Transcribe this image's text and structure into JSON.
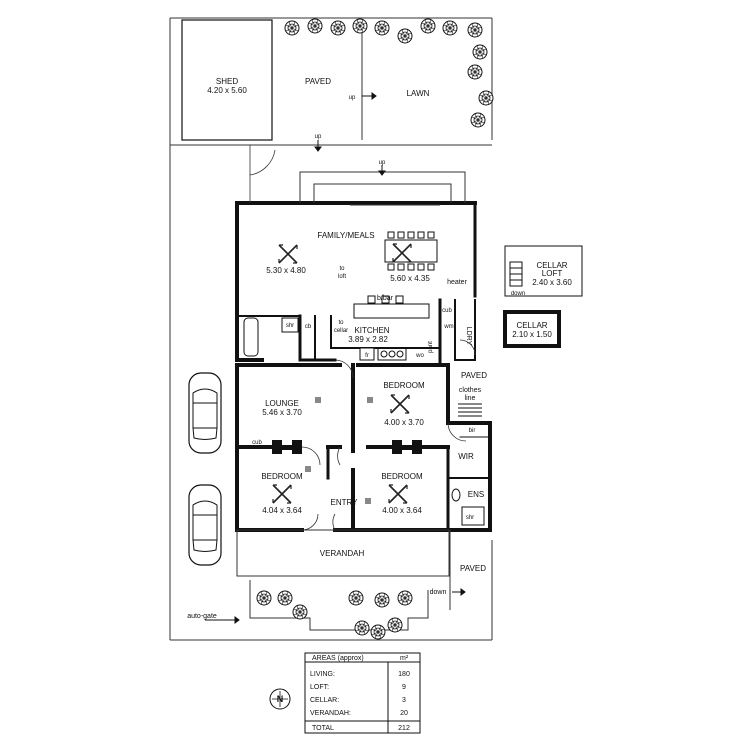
{
  "rooms": {
    "shed": {
      "name": "SHED",
      "dim": "4.20 x 5.60"
    },
    "paved_top": "PAVED",
    "lawn": "LAWN",
    "family": {
      "name": "FAMILY/MEALS",
      "dim1": "5.30 x 4.80",
      "dim2": "5.60 x 4.35"
    },
    "to_loft": [
      "to",
      "loft"
    ],
    "bbar": "b/bar",
    "kitchen": {
      "name": "KITCHEN",
      "dim": "3.89 x 2.82"
    },
    "heater": "heater",
    "bath": "BATH",
    "shr": "shr",
    "cb": "cb",
    "to_cellar": [
      "to",
      "cellar"
    ],
    "cub": "cub",
    "wm": "wm",
    "ldry": "LDRY",
    "fr": "fr",
    "wo": "wo",
    "pant": "pant",
    "lounge": {
      "name": "LOUNGE",
      "dim": "5.46 x 3.70"
    },
    "bedroom1": {
      "name": "BEDROOM",
      "dim": "4.00 x 3.70"
    },
    "bedroom2": {
      "name": "BEDROOM",
      "dim": "4.04 x 3.64"
    },
    "bedroom3": {
      "name": "BEDROOM",
      "dim": "4.00 x 3.64"
    },
    "cub2": "cub",
    "entry": "ENTRY",
    "wir": "WIR",
    "bir": "bir",
    "ens": "ENS",
    "shr2": "shr",
    "paved_side": "PAVED",
    "clothes_line": [
      "clothes",
      "line"
    ],
    "verandah": "VERANDAH",
    "paved_front": "PAVED",
    "down": "down",
    "autogate": "auto-gate",
    "up1": "up",
    "up2": "up",
    "up3": "up",
    "cellar_loft": {
      "name": "CELLAR",
      "name2": "LOFT",
      "dim": "2.40 x 3.60",
      "down": "down"
    },
    "cellar": {
      "name": "CELLAR",
      "dim": "2.10 x 1.50"
    }
  },
  "areas": {
    "title": "AREAS (approx)",
    "unit": "m²",
    "rows": [
      {
        "label": "LIVING:",
        "value": "180"
      },
      {
        "label": "LOFT:",
        "value": "9"
      },
      {
        "label": "CELLAR:",
        "value": "3"
      },
      {
        "label": "VERANDAH:",
        "value": "20"
      }
    ],
    "total_label": "TOTAL",
    "total_value": "212"
  },
  "north": "N"
}
